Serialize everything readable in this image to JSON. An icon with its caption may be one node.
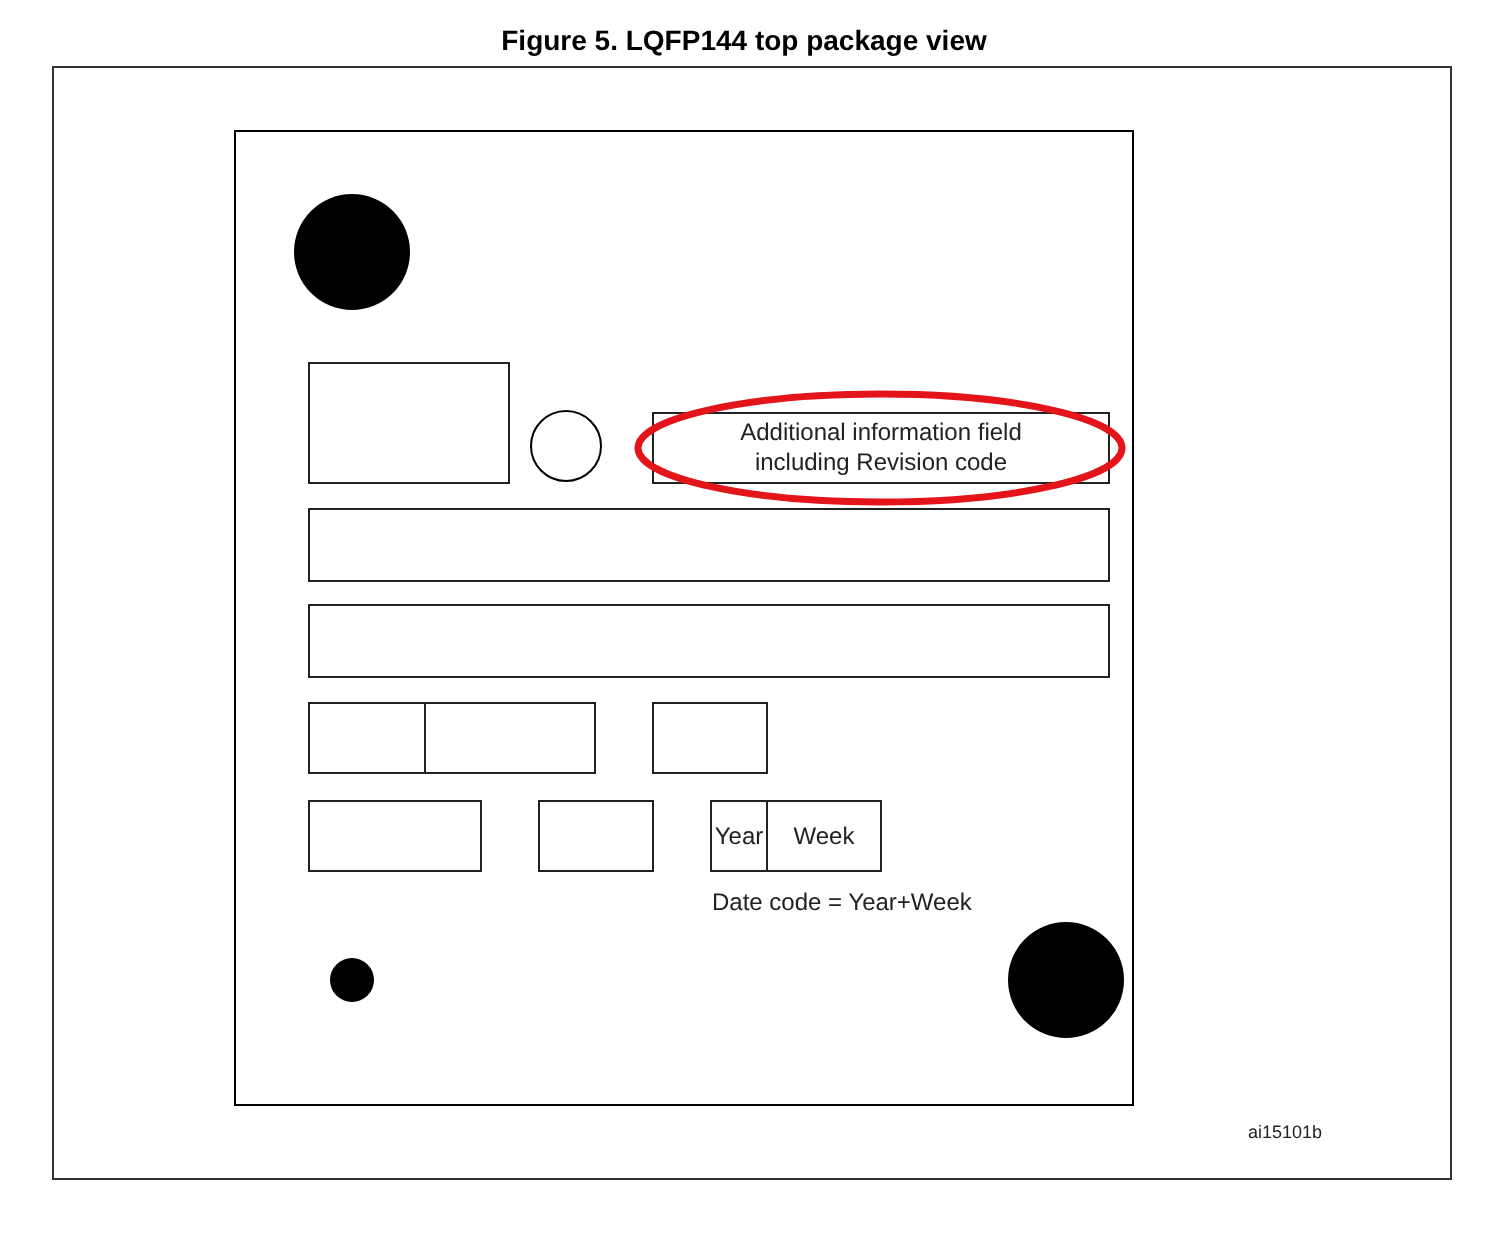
{
  "diagram": {
    "title": "Figure 5. LQFP144 top package view",
    "nodes": [
      {
        "text": [],
        "shape": "box"
      },
      {
        "text": [],
        "shape": "dot",
        "in": 0
      },
      {
        "text": [],
        "shape": "box",
        "in": 0
      },
      {
        "text": [],
        "shape": "circle",
        "in": 0
      },
      {
        "text": [
          "Additional information field including Revision code"
        ],
        "in": 0
      },
      {
        "text": [],
        "shape": "box",
        "in": 0
      },
      {
        "text": [],
        "shape": "box",
        "in": 0
      },
      {
        "text": [],
        "shape": "box",
        "in": 0
      },
      {
        "text": [],
        "shape": "box",
        "in": 0
      },
      {
        "text": [],
        "shape": "box",
        "in": 0
      },
      {
        "text": [],
        "shape": "box",
        "in": 0
      },
      {
        "text": [],
        "shape": "box",
        "in": 0
      },
      {
        "text": [
          "Year"
        ],
        "in": 0
      },
      {
        "text": [
          "Week"
        ],
        "in": 0
      },
      {
        "text": [],
        "shape": "dot",
        "in": 0
      },
      {
        "text": [],
        "shape": "dot",
        "in": 0
      }
    ],
    "labels": [
      "Date code = Year+Week",
      "ai15101b"
    ]
  }
}
